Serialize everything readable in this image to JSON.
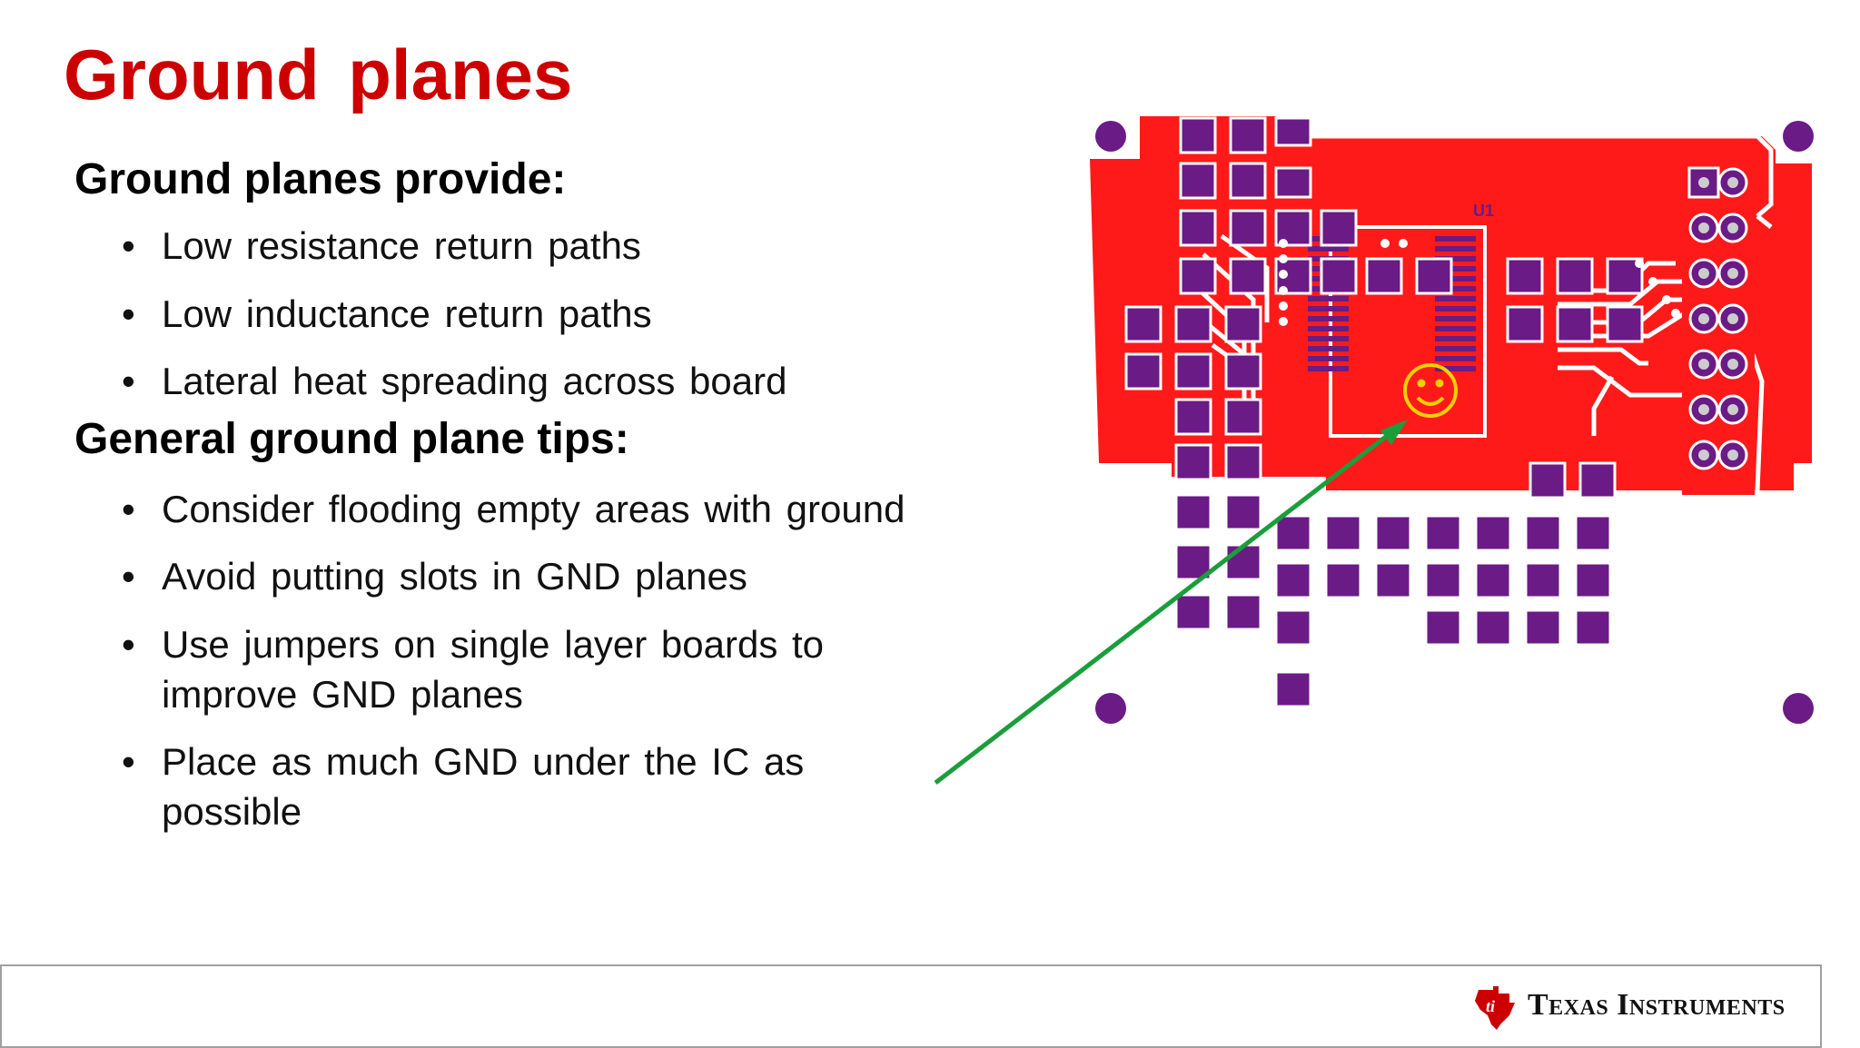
{
  "slide": {
    "title": "Ground planes",
    "section1": {
      "heading": "Ground planes provide:",
      "bullets": [
        "Low resistance return paths",
        "Low inductance return paths",
        "Lateral heat spreading across board"
      ]
    },
    "section2": {
      "heading": "General ground plane tips:",
      "bullets": [
        "Consider flooding empty areas with ground",
        "Avoid putting slots in GND planes",
        "Use jumpers on single layer boards to improve GND planes",
        "Place as much GND under the IC as possible"
      ]
    },
    "bullet_glyph": "•"
  },
  "pcb_image": {
    "designator_label": "U1",
    "emoji_icon": "smiley-face-icon",
    "colors": {
      "ground_plane": "#ff1a1a",
      "pads": "#6a1b86",
      "outline": "#cc0000",
      "arrow": "#1a9e3a",
      "smiley": "#f2d000"
    }
  },
  "footer": {
    "company_name": "Texas Instruments",
    "logo_icon": "ti-logo-icon",
    "logo_color": "#cc0000"
  }
}
